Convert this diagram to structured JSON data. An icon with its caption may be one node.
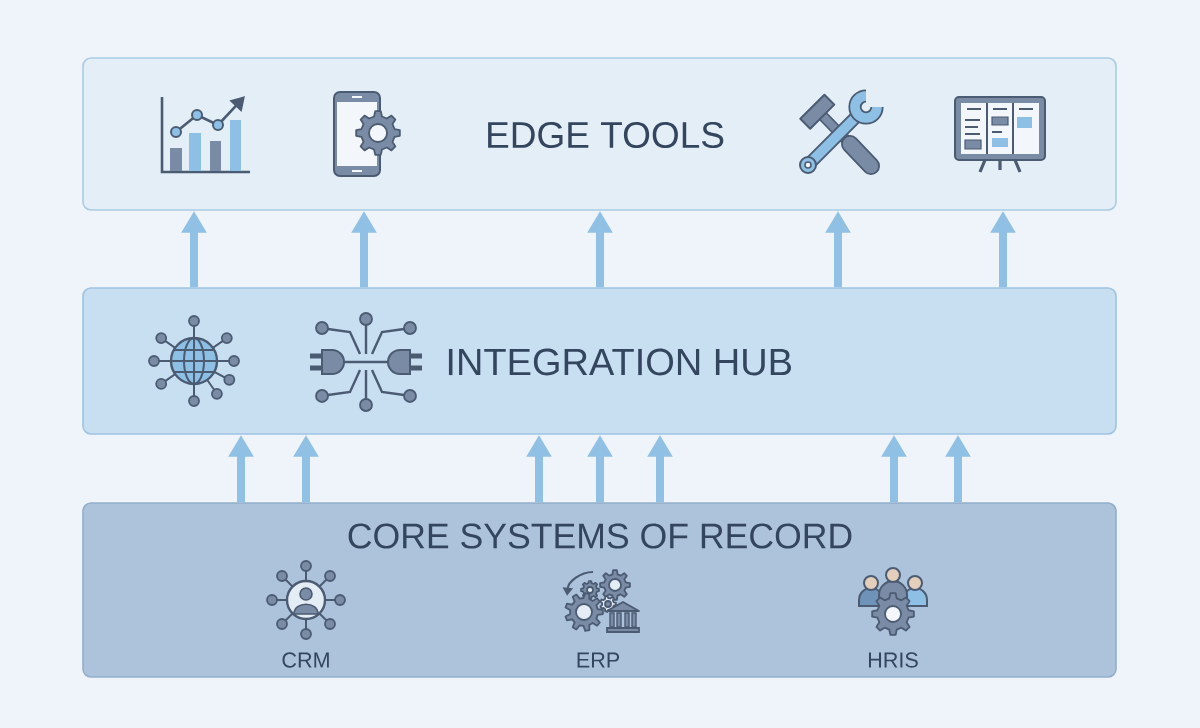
{
  "diagram": {
    "nodes": [
      {
        "text": [
          "EDGE TOOLS"
        ]
      },
      {
        "text": [
          "INTEGRATION HUB"
        ]
      },
      {
        "text": [
          "CORE SYSTEMS OF RECORD"
        ]
      },
      {
        "text": [
          "CRM"
        ],
        "in": 2
      },
      {
        "text": [
          "ERP"
        ],
        "in": 2
      },
      {
        "text": [
          "HRIS"
        ],
        "in": 2
      }
    ],
    "edges": [
      {
        "from": 1,
        "to": 0,
        "arrow": "to"
      },
      {
        "from": 1,
        "to": 0,
        "arrow": "to"
      },
      {
        "from": 1,
        "to": 0,
        "arrow": "to"
      },
      {
        "from": 1,
        "to": 0,
        "arrow": "to"
      },
      {
        "from": 1,
        "to": 0,
        "arrow": "to"
      },
      {
        "from": 2,
        "to": 1,
        "arrow": "to"
      },
      {
        "from": 2,
        "to": 1,
        "arrow": "to"
      },
      {
        "from": 2,
        "to": 1,
        "arrow": "to"
      },
      {
        "from": 2,
        "to": 1,
        "arrow": "to"
      },
      {
        "from": 2,
        "to": 1,
        "arrow": "to"
      },
      {
        "from": 2,
        "to": 1,
        "arrow": "to"
      },
      {
        "from": 2,
        "to": 1,
        "arrow": "to"
      }
    ]
  }
}
